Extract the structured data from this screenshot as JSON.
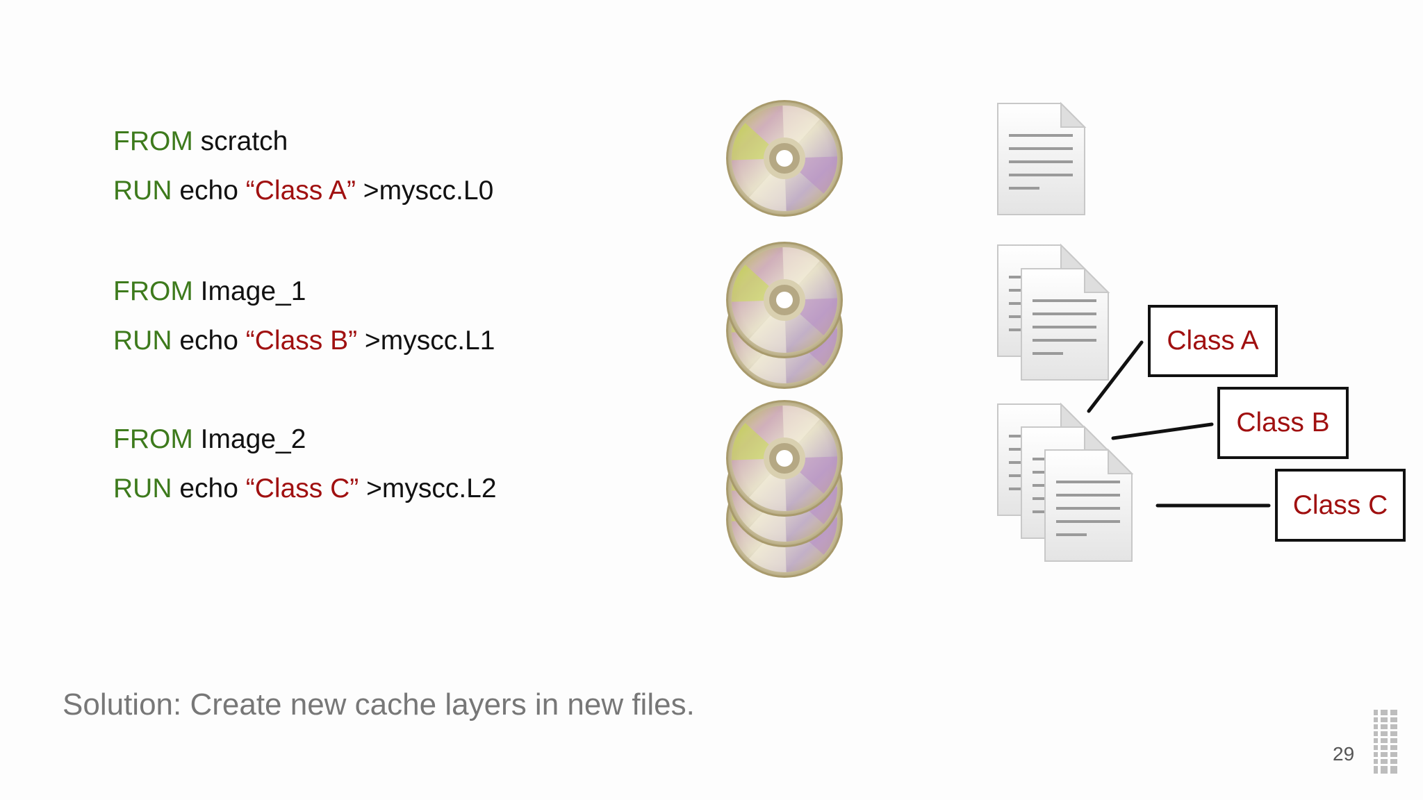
{
  "colors": {
    "keyword": "#3d7a1c",
    "text": "#111111",
    "string": "#a01010",
    "caption": "#777777"
  },
  "code_blocks": [
    {
      "from_kw": "FROM",
      "from_arg": "scratch",
      "run_kw": "RUN",
      "run_cmd": "echo ",
      "run_str": "“Class A”",
      "run_tail": " >myscc.L0"
    },
    {
      "from_kw": "FROM",
      "from_arg": "Image_1",
      "run_kw": "RUN",
      "run_cmd": "echo ",
      "run_str": "“Class B”",
      "run_tail": " >myscc.L1"
    },
    {
      "from_kw": "FROM",
      "from_arg": "Image_2",
      "run_kw": "RUN",
      "run_cmd": "echo ",
      "run_str": "“Class C”",
      "run_tail": " >myscc.L2"
    }
  ],
  "labels": [
    "Class A",
    "Class B",
    "Class C"
  ],
  "icons": {
    "layer": "disc-icon",
    "file": "document-icon",
    "logo": "ibm-logo"
  },
  "caption": "Solution: Create new cache layers in new files.",
  "page_number": "29"
}
